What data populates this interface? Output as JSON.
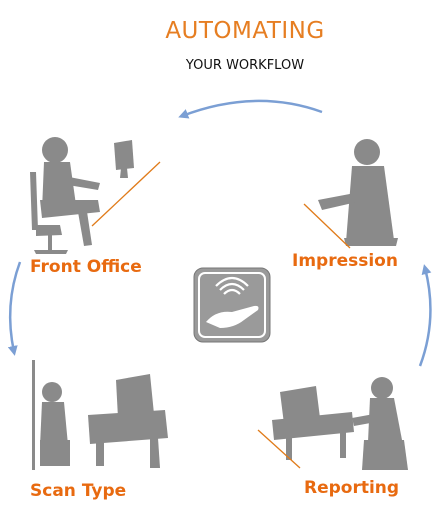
{
  "header": {
    "title": "AUTOMATING",
    "subtitle": "YOUR WORKFLOW"
  },
  "stages": {
    "front_office": "Front Office",
    "impression": "Impression",
    "scan_type": "Scan Type",
    "reporting": "Reporting"
  },
  "colors": {
    "title": "#e67e22",
    "label": "#e86a10",
    "arrow": "#7b9fd4",
    "silhouette": "#8a8a8a",
    "accent_line": "#e07b1a"
  },
  "icons": {
    "center": "hand-signal-icon"
  }
}
